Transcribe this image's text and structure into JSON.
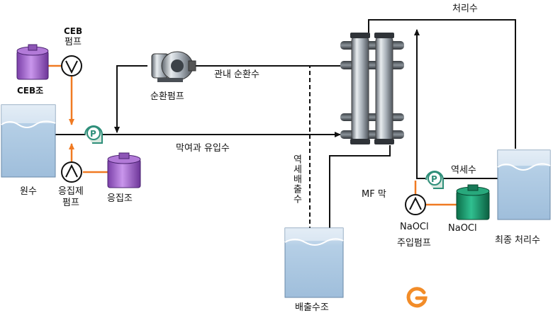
{
  "labels": {
    "ceb_pump_line1": "CEB",
    "ceb_pump_line2": "펌프",
    "ceb_tank": "CEB조",
    "raw_water": "원수",
    "coagulant_pump_line1": "응집제",
    "coagulant_pump_line2": "펌프",
    "coagulant_tank": "응집조",
    "circulation_pump": "순환펌프",
    "pipe_recirculation": "관내 순환수",
    "membrane_inflow": "막여과 유입수",
    "backwash_discharge": "역세배출수",
    "mf_membrane": "MF 막",
    "discharge_tank": "배출수조",
    "treated_water": "처리수",
    "backwash_water": "역세수",
    "naocl_pump_line1": "NaOCl",
    "naocl_pump_line2": "주입펌프",
    "naocl_tank": "NaOCl",
    "final_treated_water": "최종 처리수",
    "pump_p_symbol": "P"
  },
  "colors": {
    "flow_line": "#111111",
    "chemical_line": "#f07a22",
    "tank_water": "#a9c9e4",
    "tank_purple": "#a86ad0",
    "tank_green": "#1a9c6e",
    "pump_green": "#2f8f7a",
    "logo_orange": "#f28c28"
  },
  "icons": {
    "logo": "g-logo-icon"
  }
}
